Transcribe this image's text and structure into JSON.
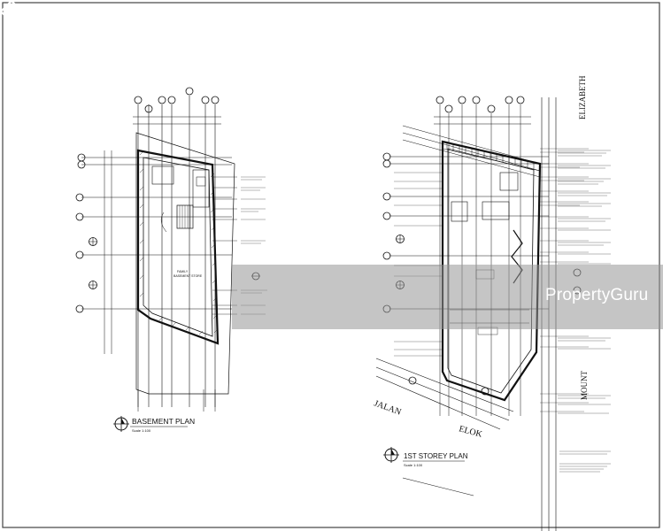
{
  "drawing": {
    "basement_plan": {
      "title": "BASEMENT PLAN",
      "scale": "Scale 1:100"
    },
    "first_storey_plan": {
      "title": "1ST STOREY PLAN",
      "scale": "Scale 1:100"
    },
    "road_labels": {
      "jalan": "JALAN",
      "elok": "ELOK",
      "mount": "MOUNT",
      "elizabeth": "ELIZABETH"
    }
  },
  "watermark": {
    "brand": "PropertyGuru"
  },
  "colors": {
    "line": "#111111",
    "watermark_band": "#969696",
    "watermark_text": "#ffffff",
    "frame": "#444444"
  }
}
